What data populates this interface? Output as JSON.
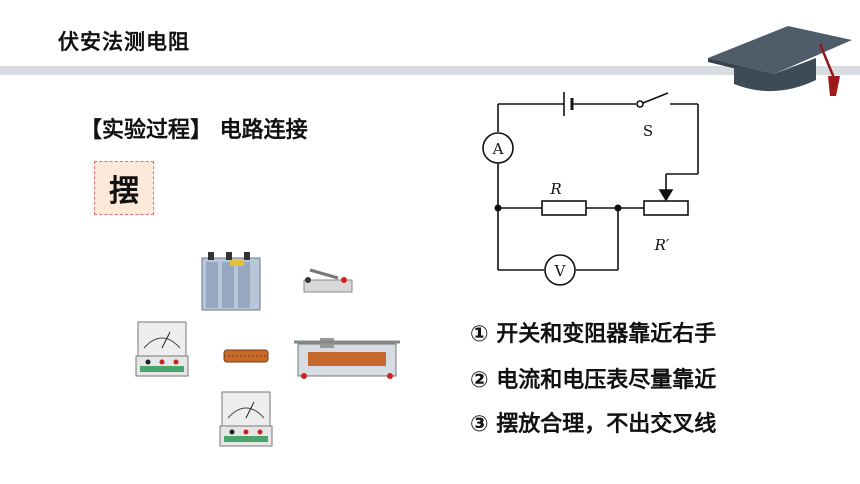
{
  "header": {
    "title": "伏安法测电阻"
  },
  "section": {
    "heading": "【实验过程】 电路连接",
    "step_char": "摆"
  },
  "circuit": {
    "ammeter_label": "A",
    "voltmeter_label": "V",
    "switch_label": "S",
    "resistor_label": "R",
    "rheostat_label": "R′"
  },
  "notes": [
    "① 开关和变阻器靠近右手",
    "② 电流和电压表尽量靠近",
    "③ 摆放合理，不出交叉线"
  ],
  "decorations": {
    "cap_icon": "graduation-cap-icon",
    "accent_color": "#8b1a1a",
    "cap_color": "#4a5866"
  }
}
